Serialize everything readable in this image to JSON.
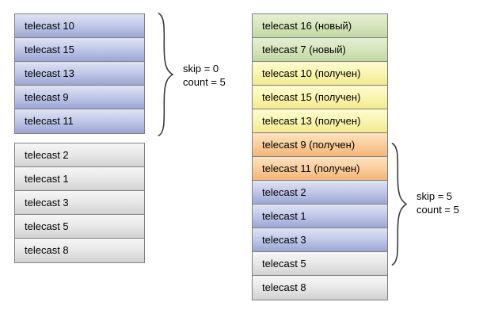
{
  "diagram": {
    "title": "telecast pagination diagram",
    "colors": {
      "blue": "#c3caea",
      "gray": "#e9e9e9",
      "green": "#d7e7bf",
      "yellow": "#faf6b4",
      "orange": "#fad0a0",
      "border": "#808080",
      "text": "#000000"
    }
  },
  "left_column": {
    "top_stack": {
      "name": "first-page-stack",
      "rows": [
        {
          "label": "telecast 10",
          "color": "blue"
        },
        {
          "label": "telecast 15",
          "color": "blue"
        },
        {
          "label": "telecast 13",
          "color": "blue"
        },
        {
          "label": "telecast 9",
          "color": "blue"
        },
        {
          "label": "telecast 11",
          "color": "blue"
        }
      ]
    },
    "bottom_stack": {
      "name": "remaining-items-stack",
      "rows": [
        {
          "label": "telecast 2",
          "color": "gray"
        },
        {
          "label": "telecast 1",
          "color": "gray"
        },
        {
          "label": "telecast 3",
          "color": "gray"
        },
        {
          "label": "telecast 5",
          "color": "gray"
        },
        {
          "label": "telecast 8",
          "color": "gray"
        }
      ]
    }
  },
  "right_column": {
    "name": "updated-list-stack",
    "rows": [
      {
        "label": "telecast 16 (новый)",
        "color": "green"
      },
      {
        "label": "telecast 7 (новый)",
        "color": "green"
      },
      {
        "label": "telecast 10 (получен)",
        "color": "yellow"
      },
      {
        "label": "telecast 15 (получен)",
        "color": "yellow"
      },
      {
        "label": "telecast 13 (получен)",
        "color": "yellow"
      },
      {
        "label": "telecast 9 (получен)",
        "color": "orange"
      },
      {
        "label": "telecast 11 (получен)",
        "color": "orange"
      },
      {
        "label": "telecast 2",
        "color": "blue"
      },
      {
        "label": "telecast 1",
        "color": "blue"
      },
      {
        "label": "telecast 3",
        "color": "blue"
      },
      {
        "label": "telecast 5",
        "color": "gray"
      },
      {
        "label": "telecast 8",
        "color": "gray"
      }
    ]
  },
  "annotations": {
    "top": {
      "skip": "skip = 0",
      "count": "count = 5"
    },
    "bottom": {
      "skip": "skip = 5",
      "count": "count = 5"
    }
  }
}
